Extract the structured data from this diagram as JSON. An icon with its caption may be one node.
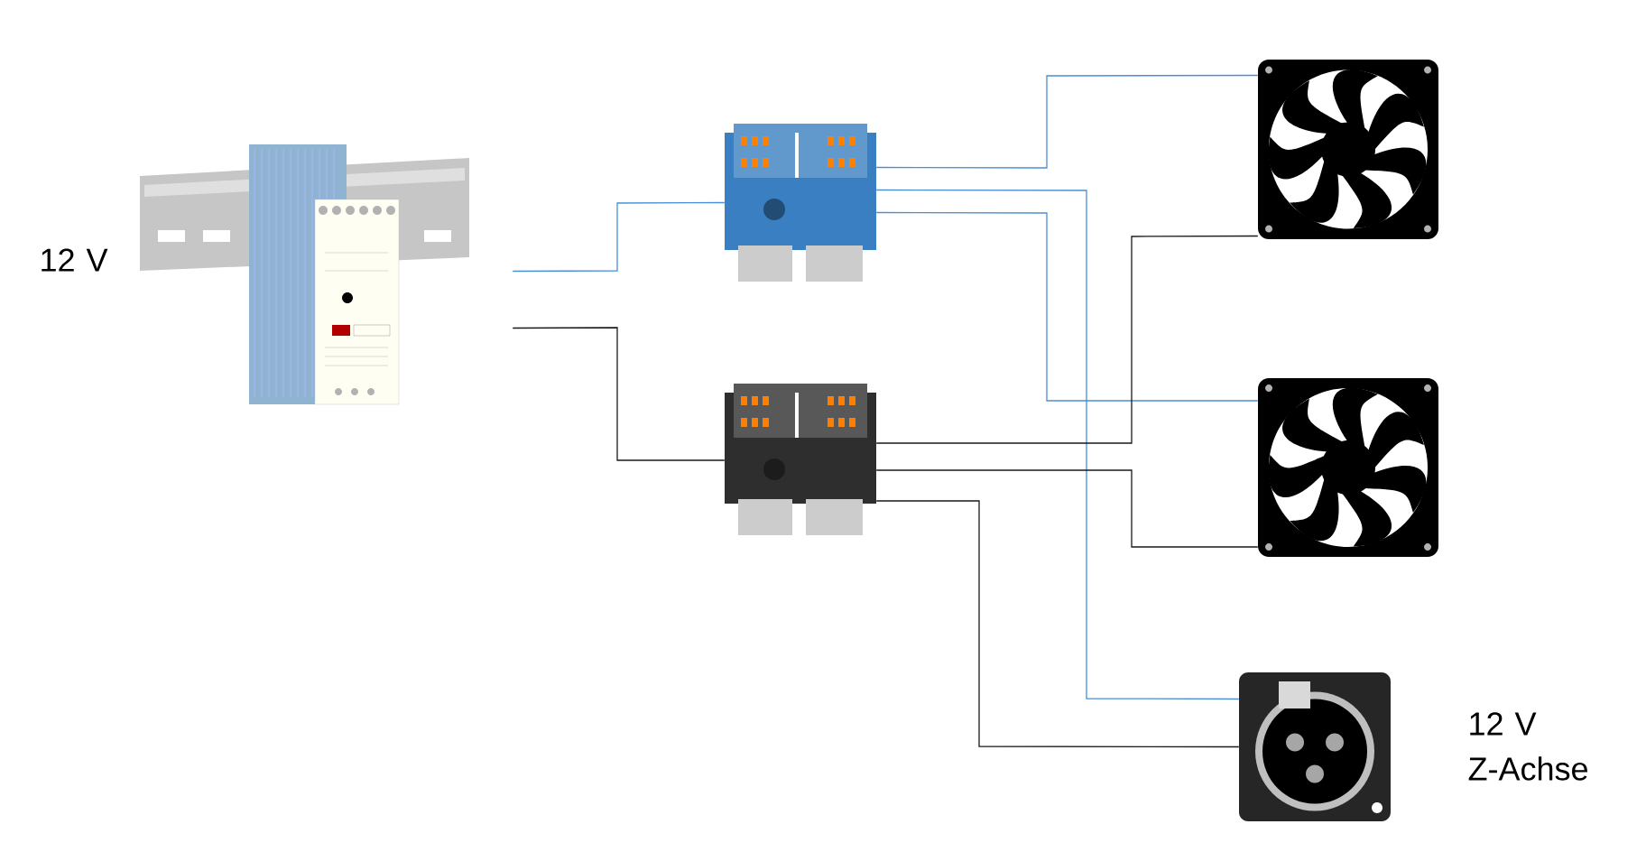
{
  "diagram": {
    "nodes": [
      {
        "text": [],
        "shape": "picture",
        "beside": [
          "12 V"
        ]
      },
      {
        "text": [],
        "shape": "picture"
      },
      {
        "text": [],
        "shape": "picture"
      },
      {
        "text": [],
        "shape": "picture"
      },
      {
        "text": [],
        "shape": "picture"
      },
      {
        "text": [],
        "shape": "picture",
        "beside": [
          "12 V Z-Achse"
        ]
      }
    ],
    "edges": [
      {
        "from": 0,
        "to": 1,
        "arrow": "none",
        "color": "#4a8fd6"
      },
      {
        "from": 0,
        "to": 2,
        "arrow": "none",
        "color": "#1a1a1a"
      },
      {
        "from": 1,
        "to": 3,
        "arrow": "none",
        "color": "#4a8fd6"
      },
      {
        "from": 1,
        "to": 5,
        "arrow": "none",
        "color": "#4a8fd6"
      },
      {
        "from": 1,
        "to": 4,
        "arrow": "none",
        "color": "#4a8fd6"
      },
      {
        "from": 2,
        "to": 3,
        "arrow": "none",
        "color": "#1a1a1a"
      },
      {
        "from": 2,
        "to": 4,
        "arrow": "none",
        "color": "#1a1a1a"
      },
      {
        "from": 2,
        "to": 5,
        "arrow": "none",
        "color": "#1a1a1a"
      }
    ]
  }
}
